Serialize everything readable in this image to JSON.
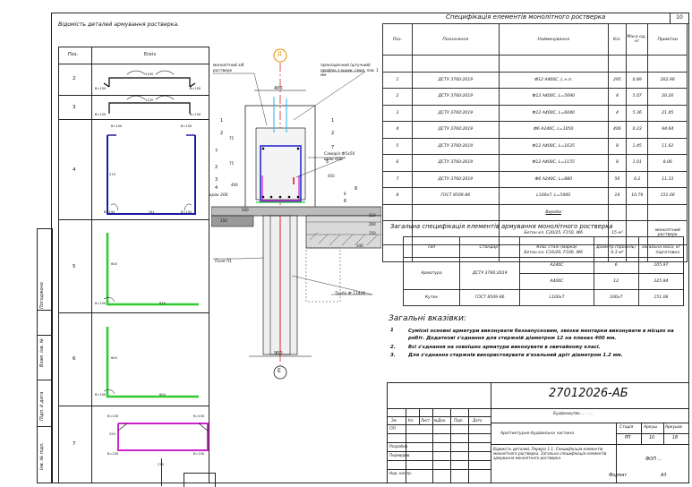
{
  "sheet": {
    "sheet_number": "10",
    "left_stamp": {
      "labels": [
        "Погоджено",
        "Взам. інв. №",
        "Підп. й дата",
        "Інв. № підл."
      ]
    }
  },
  "bending_schedule": {
    "title": "Відомість деталей армування ростверка.",
    "headers": [
      "Поз.",
      "Ескіз"
    ],
    "rows": [
      {
        "pos": "2",
        "dims": [
          "B=150",
          "B=150",
          "1150"
        ]
      },
      {
        "pos": "3",
        "dims": [
          "B=150",
          "B=150",
          "1120"
        ]
      },
      {
        "pos": "4",
        "dims": [
          "B=150",
          "B=150",
          "B=150",
          "B=150",
          "241",
          "270"
        ]
      },
      {
        "pos": "5",
        "dims": [
          "B=150",
          "600",
          "875"
        ]
      },
      {
        "pos": "6",
        "dims": [
          "B=150",
          "600",
          "600"
        ]
      },
      {
        "pos": "7",
        "dims": [
          "B=150",
          "B=150",
          "B=150",
          "B=150",
          "270",
          "250"
        ]
      }
    ]
  },
  "section": {
    "axis_top": "Д",
    "axis_bottom": "Е",
    "dim_top": "400",
    "dim_bottom": "900",
    "labels": {
      "monolith": "монолітний з/б ростверк",
      "profile": "прокладочний (штучний) профіль з ошиж. смол. пов. 1 мм",
      "anchor": "Саморіз Ф5х50 крок 600",
      "step1": "крок 200",
      "pile": "Паля П1",
      "pipe": "Труба Ф 114х8"
    },
    "dims": [
      "75",
      "75",
      "450",
      "400",
      "8",
      "500",
      "340",
      "150",
      "210",
      "260",
      "150"
    ],
    "callouts": [
      "1",
      "2",
      "1",
      "2",
      "3",
      "4",
      "5",
      "8",
      "6",
      "7",
      "7",
      "2"
    ]
  },
  "spec": {
    "title": "Специфікація елементів монолітного ростверка",
    "headers": [
      "Поз.",
      "Позначення",
      "Найменування",
      "Кіл.",
      "Маса од., кг",
      "Примітки"
    ],
    "rows": [
      {
        "pos": "1",
        "code": "ДСТУ 3760:2019",
        "name": "Ф12 А400С, L н.п.",
        "qty": "295",
        "mass": "0.89",
        "note": "262.96"
      },
      {
        "pos": "2",
        "code": "ДСТУ 3760:2019",
        "name": "Ф12 А400С, L=5690",
        "qty": "4",
        "mass": "5.07",
        "note": "20.26"
      },
      {
        "pos": "3",
        "code": "ДСТУ 3760:2019",
        "name": "Ф12 А400С, L=6040",
        "qty": "4",
        "mass": "5.36",
        "note": "21.45"
      },
      {
        "pos": "4",
        "code": "ДСТУ 3760:2019",
        "name": "Ф6 А240С, L=1050",
        "qty": "406",
        "mass": "0.23",
        "note": "94.64"
      },
      {
        "pos": "5",
        "code": "ДСТУ 3760:2019",
        "name": "Ф12 А400С, L=1635",
        "qty": "8",
        "mass": "1.45",
        "note": "11.62"
      },
      {
        "pos": "6",
        "code": "ДСТУ 3760:2019",
        "name": "Ф12 А400С, L=1155",
        "qty": "8",
        "mass": "1.01",
        "note": "8.06"
      },
      {
        "pos": "7",
        "code": "ДСТУ 3760:2019",
        "name": "Ф6 А240С, L=880",
        "qty": "56",
        "mass": "0.2",
        "note": "11.33"
      },
      {
        "pos": "8",
        "code": "ГОСТ 8509-86",
        "name": "L100х7, L=5000",
        "qty": "14",
        "mass": "10.79",
        "note": "151.06"
      }
    ],
    "materials_header": "Вироби",
    "materials": [
      {
        "name": "Бетон кл. С20/25, F150, W6",
        "qty": "15 м³",
        "note": "монолітний ростверк"
      },
      {
        "name": "Бетон кл. С16/20, F100, W6",
        "qty": "0.3 м³",
        "note": "підготовка"
      }
    ]
  },
  "general_spec": {
    "title": "Загальна специфікація елементів армування монолітного ростверка",
    "headers": [
      "Тип",
      "Стандарт",
      "Клас сталі (марка)",
      "Діаметр (профіль)",
      "Загальна маса, кг"
    ],
    "rows": [
      {
        "type": "Арматура",
        "std": "ДСТУ 3760:2019",
        "cls": "А240С",
        "dia": "6",
        "mass": "105.97"
      },
      {
        "type": "",
        "std": "",
        "cls": "А400С",
        "dia": "12",
        "mass": "325.84"
      },
      {
        "type": "Куток",
        "std": "ГОСТ 8509-86",
        "cls": "L100х7",
        "dia": "100х7",
        "mass": "151.06"
      }
    ]
  },
  "notes": {
    "title": "Загальні вказівки:",
    "items": [
      {
        "num": "1",
        "text": "Сумісні основні арматури виконувати безнапусковим, звязки ментарки виконувати в місцях на робіт. Додаткові з'єднання для стержній діаметром 12 на пленах 400 мм."
      },
      {
        "num": "2.",
        "text": "Всі з'єднання на зовнішнє арматури виконувати в звичайному класі."
      },
      {
        "num": "3.",
        "text": "Для з'єднання стержнів використовувати в'язальний дріт діаметром 1.2 мм."
      }
    ]
  },
  "title_block": {
    "code": "27012026-АБ",
    "object": "Будівництво ... - ...",
    "left_rows": [
      "Зм.",
      "Кл.",
      "Лист",
      "№Док.",
      "Підп.",
      "Дата"
    ],
    "roles": [
      "ГІП",
      "",
      "Розробив",
      "Перевірив",
      "",
      "Нор. контр."
    ],
    "project": "Архітектурно-будівельна частина",
    "stage_headers": [
      "Стадія",
      "Аркуш",
      "Аркушів"
    ],
    "stage_values": [
      "РП",
      "10",
      "18"
    ],
    "sheet_title": "Відомість деталей, Переріз 1-1. Специфікація елементів монолітного ростверка. Загальна специфікація елементів армування монолітного ростверка.",
    "org": "ФОП ...",
    "format_label": "Формат",
    "format_value": "А3"
  }
}
